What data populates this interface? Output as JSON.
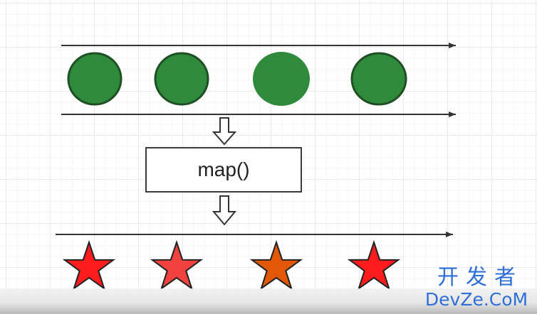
{
  "operator_label": "map()",
  "colors": {
    "stream_line": "#333333",
    "circle_fill": "#2f8a3b",
    "circle_stroke": "#1f4f25",
    "star_colors": [
      "#ff1c1c",
      "#f0433f",
      "#e25708",
      "#ff1c1c"
    ],
    "star_stroke": "#222222"
  },
  "watermark": {
    "line1": "开发者",
    "line2": "DevZe.CoM"
  }
}
